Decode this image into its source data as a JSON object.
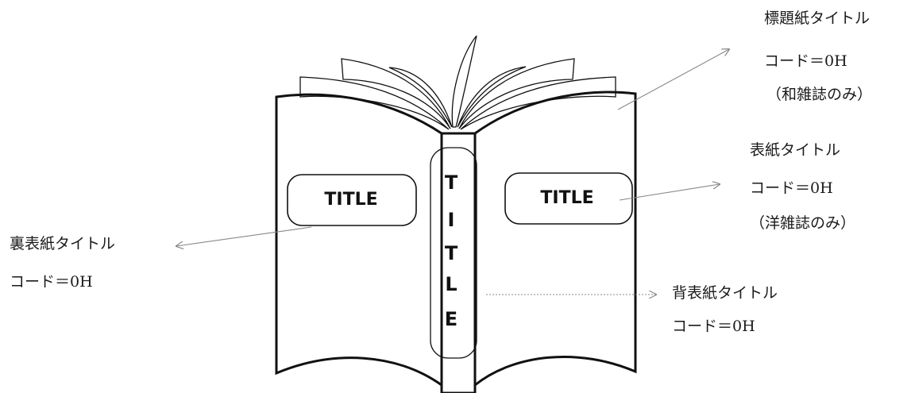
{
  "book": {
    "left_cover_text": "TITLE",
    "right_cover_text": "TITLE",
    "spine_letters": [
      "T",
      "I",
      "T",
      "L",
      "E"
    ]
  },
  "labels": {
    "title_page": {
      "name": "標題紙タイトル",
      "code": "コード＝0H",
      "note": "（和雑誌のみ）"
    },
    "front_cover": {
      "name": "表紙タイトル",
      "code": "コード＝0H",
      "note": "（洋雑誌のみ）"
    },
    "back_cover": {
      "name": "裏表紙タイトル",
      "code": "コード＝0H"
    },
    "spine": {
      "name": "背表紙タイトル",
      "code": "コード＝0H"
    }
  },
  "colors": {
    "book_stroke": "#111111",
    "arrow_stroke": "#888888",
    "text": "#1a1a1a"
  }
}
